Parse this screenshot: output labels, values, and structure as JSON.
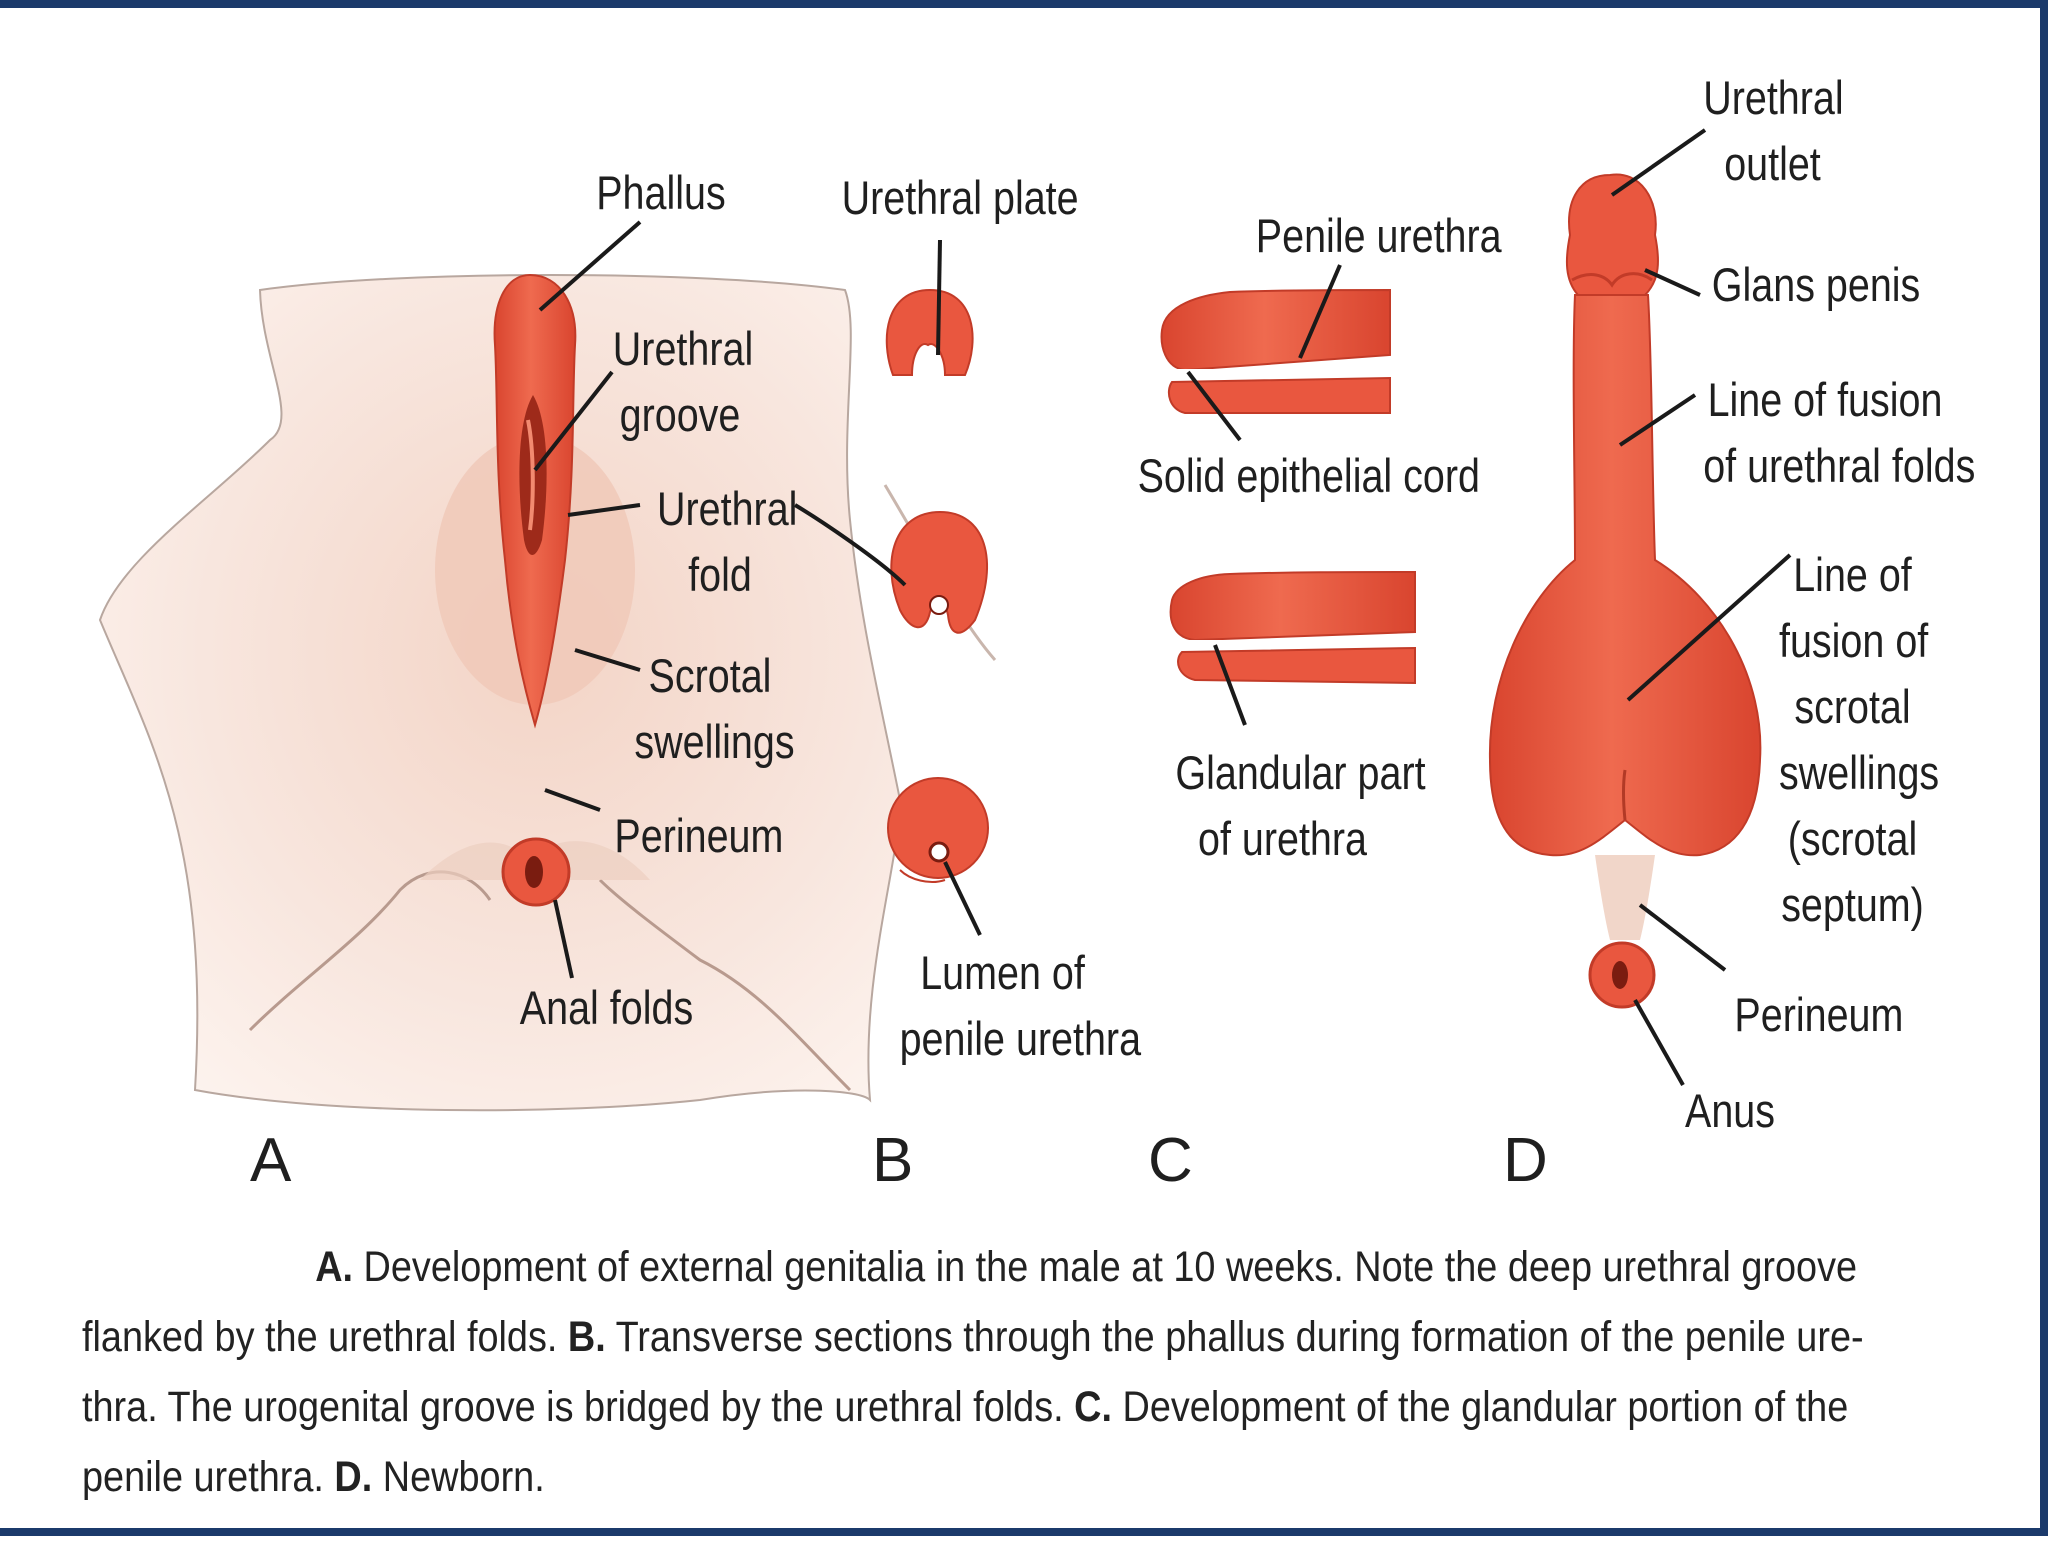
{
  "colors": {
    "frame": "#1b3a6b",
    "organ": "#e9573f",
    "organ_dark": "#c7402c",
    "skin": "#f7e3da",
    "skin_mid": "#efcfc2",
    "label": "#1f1f1f"
  },
  "labels": {
    "phallus": "Phallus",
    "urethral_plate": "Urethral plate",
    "urethral_groove": "Urethral\ngroove",
    "urethral_fold": "Urethral\nfold",
    "scrotal_swellings": "Scrotal\nswellings",
    "perineum_a": "Perineum",
    "anal_folds": "Anal folds",
    "lumen": "Lumen of\npenile urethra",
    "penile_urethra": "Penile urethra",
    "solid_cord": "Solid epithelial cord",
    "glandular": "Glandular part\nof urethra",
    "urethral_outlet": "Urethral\noutlet",
    "glans": "Glans penis",
    "fusion_urethral": "Line of fusion\nof urethral folds",
    "fusion_scrotal": "Line of\nfusion of\nscrotal\nswellings\n(scrotal\nseptum)",
    "perineum_d": "Perineum",
    "anus": "Anus"
  },
  "panels": {
    "a": "A",
    "b": "B",
    "c": "C",
    "d": "D"
  },
  "caption": {
    "line1_a_bold": "A.",
    "line1_a_text": " Development of external genitalia in the male at 10 weeks. Note the deep urethral groove",
    "line2_a_text": "flanked by the urethral folds. ",
    "line2_b_bold": "B.",
    "line2_b_text": " Transverse sections through the phallus during formation of the penile ure-",
    "line3_b_text": "thra. The urogenital groove is bridged by the urethral folds. ",
    "line3_c_bold": "C.",
    "line3_c_text": " Development of the glandular portion of the",
    "line4_c_text": "penile urethra. ",
    "line4_d_bold": "D.",
    "line4_d_text": " Newborn."
  }
}
